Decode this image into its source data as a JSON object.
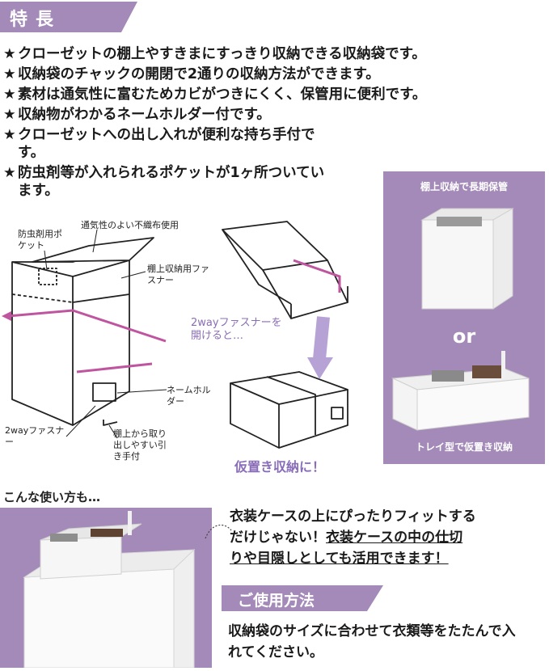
{
  "features_section": {
    "title": "特長",
    "items": [
      "クローゼットの棚上やすきまにすっきり収納できる収納袋です。",
      "収納袋のチャックの開閉で2通りの収納方法ができます。",
      "素材は通気性に富むためカビがつきにくく、保管用に便利です。",
      "収納物がわかるネームホルダー付です。",
      "クローゼットへの出し入れが便利な持ち手付です。",
      "防虫剤等が入れられるポケットが1ヶ所ついています。"
    ]
  },
  "diagram": {
    "labels": {
      "pocket": "防虫剤用ポケット",
      "fabric": "通気性のよい不織布使用",
      "zipper_shelf": "棚上収納用ファスナー",
      "name_holder": "ネームホルダー",
      "zipper_2way": "2wayファスナー",
      "handle": "棚上から取り出しやすい引き手付",
      "open_note": "2wayファスナーを開けると…",
      "temp_storage": "仮置き収納に！"
    }
  },
  "photo_panel": {
    "caption_top": "棚上収納で長期保管",
    "or_text": "or",
    "caption_bottom": "トレイ型で仮置き収納"
  },
  "usage_section": {
    "heading": "こんな使い方も…",
    "line1": "衣装ケースの上にぴったりフィットする",
    "line2_plain": "だけじゃない！",
    "line2_underlined": "衣装ケースの中の仕切",
    "line3_underlined": "りや目隠しとしても活用できます！"
  },
  "instructions_section": {
    "title": "ご使用方法",
    "text": "収納袋のサイズに合わせて衣類等をたたんで入れてください。"
  },
  "colors": {
    "accent": "#a48ab8",
    "pink_line": "#c0559f",
    "arrow": "#b7a2d6"
  }
}
